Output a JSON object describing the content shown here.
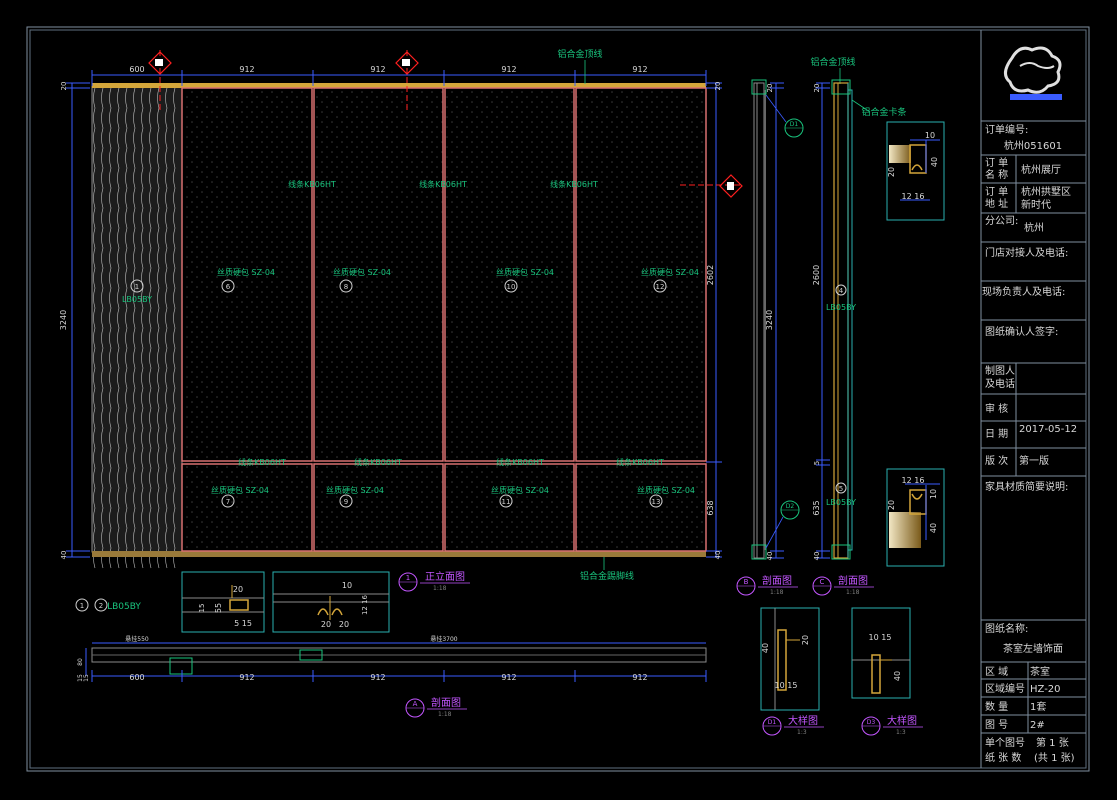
{
  "colors": {
    "background": "#000000",
    "frame": "#7f8f9f",
    "dimension": "#3a5cff",
    "annotation": "#19c37d",
    "panel_edge": "#d77070",
    "leader_red": "#ff2020",
    "title_purple": "#c356ff",
    "titleblock_text": "#d0d0d0",
    "gold": "#d4a63a"
  },
  "labels": {
    "top_trim": "铝合金顶线",
    "bottom_trim": "铝合金踢脚线",
    "side_top_trim": "铝合金顶线",
    "card_strip": "铝合金卡条",
    "strip_code": "线条KB06HT",
    "silk_panel": "丝质硬包 SZ-04",
    "wood_code": "LB05BY",
    "section_label": "LB05BY"
  },
  "elevation": {
    "top_dims": [
      "600",
      "912",
      "912",
      "912",
      "912"
    ],
    "left_total": "3240",
    "left_top": "20",
    "left_bottom": "40",
    "right_upper": "2602",
    "right_lower": "638",
    "right_top": "20",
    "right_bottom": "40",
    "wood_tag": "1",
    "upper_tags": [
      "6",
      "8",
      "10",
      "12"
    ],
    "lower_tags": [
      "7",
      "9",
      "11",
      "13"
    ]
  },
  "side_b": {
    "dim_total": "3240",
    "dim_top": "20",
    "dim_bottom": "40",
    "tag_top": "D1",
    "tag_bottom": "D2"
  },
  "side_c": {
    "dim_upper": "2600",
    "dim_mid": "5",
    "dim_lower": "635",
    "dim_top": "20",
    "dim_bottom": "40",
    "tag_a": "4",
    "tag_b": "5"
  },
  "details": {
    "d_top_10": "10",
    "d_top_40": "40",
    "d_top_20": "20",
    "d_top_1216": "12 16",
    "d_bot_1216": "12 16",
    "d_bot_10": "10",
    "d_bot_40": "40",
    "d_bot_20": "20",
    "s1_20": "20",
    "s1_15": "15",
    "s1_55": "55",
    "s1_515": "5 15",
    "s2_10": "10",
    "s2_1216": "12 16",
    "s2_20a": "20",
    "s2_20b": "20",
    "d1_40": "40",
    "d1_20": "20",
    "d1_1015": "10 15",
    "d3_1015": "10 15",
    "d3_40": "40"
  },
  "plan": {
    "tag_1": "1",
    "tag_2": "2",
    "dims": [
      "600",
      "912",
      "912",
      "912",
      "912"
    ],
    "left_dims": [
      "15",
      "80",
      "15"
    ],
    "note_a": "悬挂550",
    "note_b": "悬挂3700"
  },
  "titles": {
    "elevation": {
      "num": "1",
      "name": "正立面图",
      "scale": "1:18"
    },
    "section_a": {
      "letter": "A",
      "name": "剖面图",
      "scale": "1:18"
    },
    "section_b": {
      "letter": "B",
      "name": "剖面图",
      "scale": "1:18"
    },
    "section_c": {
      "letter": "C",
      "name": "剖面图",
      "scale": "1:18"
    },
    "detail_d1": {
      "letter": "D1",
      "name": "大样图",
      "scale": "1:3"
    },
    "detail_d3": {
      "letter": "D3",
      "name": "大样图",
      "scale": "1:3"
    }
  },
  "title_block": {
    "order_no_label": "订单编号:",
    "order_no": "杭州051601",
    "order_name_label_1": "订  单",
    "order_name_label_2": "名  称",
    "order_name": "杭州展厅",
    "order_addr_label_1": "订  单",
    "order_addr_label_2": "地  址",
    "order_addr_1": "杭州拱墅区",
    "order_addr_2": "新时代",
    "branch_label": "分公司:",
    "branch": "杭州",
    "store_contact": "门店对接人及电话:",
    "site_contact": "现场负责人及电话:",
    "confirm": "图纸确认人签字:",
    "drafter_1": "制图人",
    "drafter_2": "及电话",
    "review": "审  核",
    "date_label": "日  期",
    "date": "2017-05-12",
    "version_label": "版  次",
    "version": "第一版",
    "material_note": "家具材质简要说明:",
    "drawing_name_label": "图纸名称:",
    "drawing_name": "茶室左墙饰面",
    "area_label": "区    域",
    "area": "茶室",
    "area_code_label": "区域编号",
    "area_code": "HZ-20",
    "qty_label": "数    量",
    "qty": "1套",
    "drawing_no_label": "图    号",
    "drawing_no": "2#",
    "sheet_label_1": "单个图号",
    "sheet_label_2": "纸 张 数",
    "sheet_1": "第  1  张",
    "sheet_2": "(共  1  张)"
  }
}
